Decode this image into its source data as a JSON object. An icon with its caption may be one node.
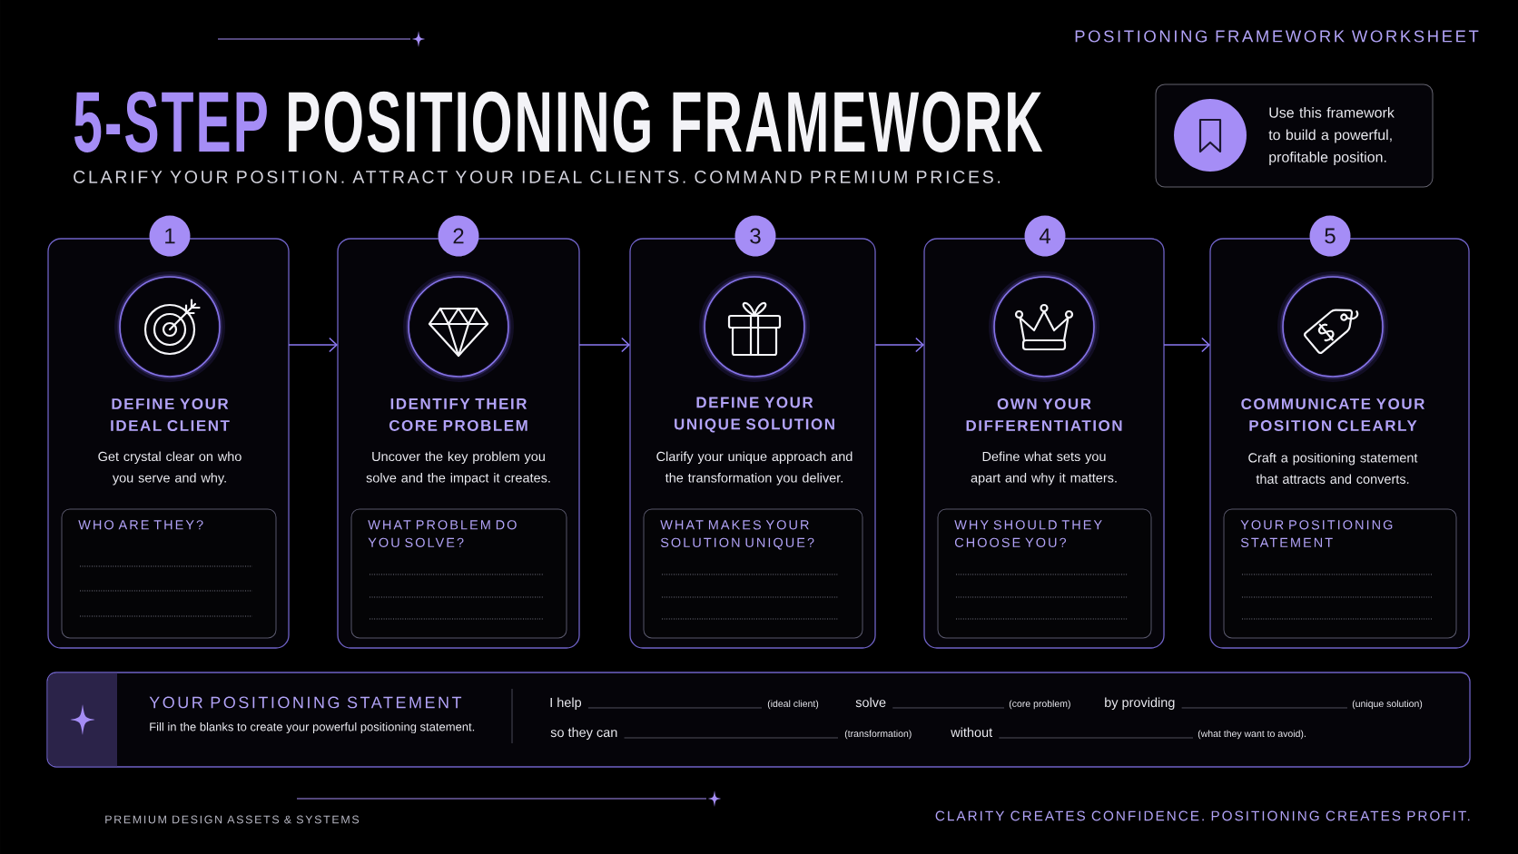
{
  "diagram": {
    "title": "5-STEP POSITIONING FRAMEWORK",
    "nodes": [
      {
        "text": [
          "Use this framework to build a powerful, profitable position."
        ]
      },
      {
        "text": [
          "1"
        ]
      },
      {
        "text": [
          "DEFINE YOUR IDEAL CLIENT",
          "Get crystal clear on who you serve and why."
        ]
      },
      {
        "text": [
          "WHO ARE THEY?"
        ],
        "in": 2
      },
      {
        "text": [
          "2"
        ]
      },
      {
        "text": [
          "IDENTIFY THEIR CORE PROBLEM",
          "Uncover the key problem you solve and the impact it creates."
        ]
      },
      {
        "text": [
          "WHAT PROBLEM DO YOU SOLVE?"
        ],
        "in": 5
      },
      {
        "text": [
          "3"
        ]
      },
      {
        "text": [
          "DEFINE YOUR UNIQUE SOLUTION",
          "Clarify your unique approach and the transformation you deliver."
        ]
      },
      {
        "text": [
          "WHAT MAKES YOUR SOLUTION UNIQUE?"
        ],
        "in": 8
      },
      {
        "text": [
          "4"
        ]
      },
      {
        "text": [
          "OWN YOUR DIFFERENTIATION",
          "Define what sets you apart and why it matters."
        ]
      },
      {
        "text": [
          "WHY SHOULD THEY CHOOSE YOU?"
        ],
        "in": 11
      },
      {
        "text": [
          "5"
        ]
      },
      {
        "text": [
          "COMMUNICATE YOUR POSITION CLEARLY",
          "Craft a positioning statement that attracts and converts."
        ]
      },
      {
        "text": [
          "YOUR POSITIONING STATEMENT"
        ],
        "in": 14
      },
      {
        "text": [
          "YOUR POSITIONING STATEMENT",
          "Fill in the blanks to create your powerful positioning statement.",
          "I help",
          "(ideal client)",
          "solve",
          "(core problem)",
          "by providing",
          "(unique solution)",
          "so they can",
          "(transformation)",
          "without",
          "(what they want to avoid)."
        ]
      }
    ],
    "edges": [
      {
        "from": 2,
        "to": 5,
        "arrow": "to"
      },
      {
        "from": 5,
        "to": 8,
        "arrow": "to"
      },
      {
        "from": 8,
        "to": 11,
        "arrow": "to"
      },
      {
        "from": 11,
        "to": 14,
        "arrow": "to"
      }
    ],
    "labels": [
      "POSITIONING FRAMEWORK WORKSHEET",
      "CLARIFY YOUR POSITION. ATTRACT YOUR IDEAL CLIENTS. COMMAND PREMIUM PRICES.",
      "PREMIUM DESIGN ASSETS & SYSTEMS",
      "CLARITY CREATES CONFIDENCE. POSITIONING CREATES PROFIT."
    ]
  }
}
